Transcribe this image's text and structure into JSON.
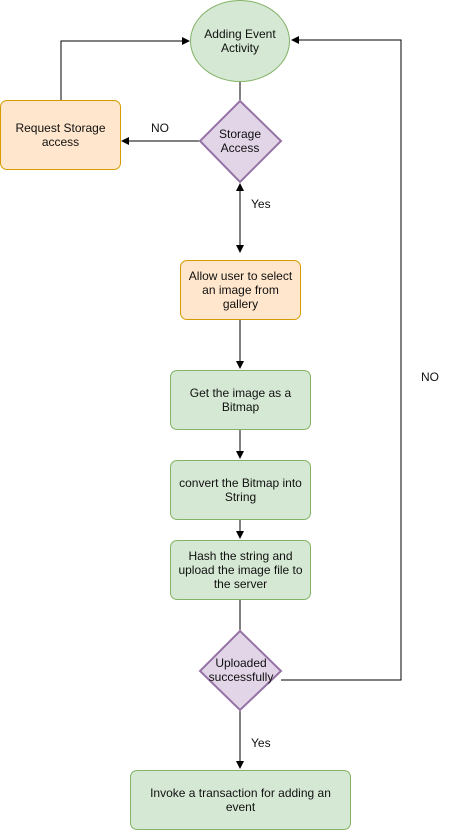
{
  "nodes": {
    "start": "Adding Event Activity",
    "storage_access": "Storage Access",
    "request_storage": "Request Storage access",
    "select_image": "Allow user to select an image from gallery",
    "get_bitmap": "Get the image as a Bitmap",
    "convert_bitmap": "convert the Bitmap into String",
    "hash_upload": "Hash the string and upload the image file to the server",
    "uploaded": "Uploaded successfully",
    "invoke_transaction": "Invoke a transaction for adding an event"
  },
  "edges": {
    "storage_no": "NO",
    "storage_yes": "Yes",
    "upload_no": "NO",
    "upload_yes": "Yes"
  },
  "colors": {
    "green_fill": "#d5e8d4",
    "green_stroke": "#82b366",
    "orange_fill": "#ffe6cc",
    "orange_stroke": "#d79b00",
    "purple_fill": "#e1d5e7",
    "purple_stroke": "#9673a6",
    "line": "#000000"
  }
}
